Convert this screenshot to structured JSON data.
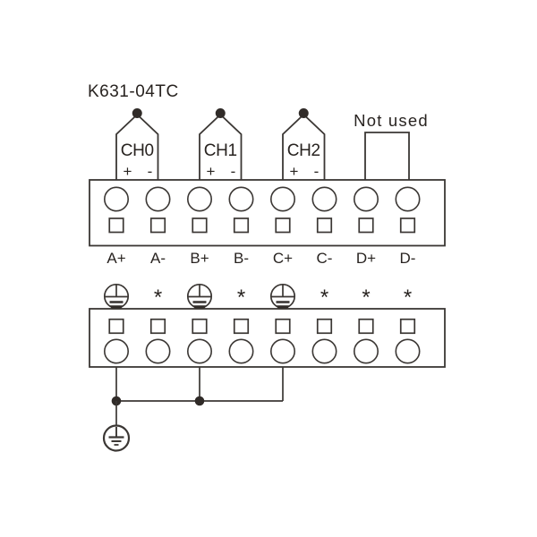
{
  "title": "K631-04TC",
  "module": {
    "channels": [
      {
        "label": "CH0",
        "plus": "+",
        "minus": "-"
      },
      {
        "label": "CH1",
        "plus": "+",
        "minus": "-"
      },
      {
        "label": "CH2",
        "plus": "+",
        "minus": "-"
      }
    ],
    "not_used_label": "Not used",
    "terminal_labels": [
      "A+",
      "A-",
      "B+",
      "B-",
      "C+",
      "C-",
      "D+",
      "D-"
    ],
    "lower_row_markers": [
      "shield-terminal",
      "*",
      "shield-terminal",
      "*",
      "shield-terminal",
      "*",
      "*",
      "*"
    ],
    "asterisk_symbol": "*"
  },
  "icons": {
    "thermocouple_junction": "filled-dot-on-probe-tip",
    "shield_terminal": "circle-with-clamp-lines",
    "protective_earth": "earth-ground-symbol-in-circle"
  },
  "colors": {
    "line": "#3b3734",
    "text": "#282320",
    "background": "#ffffff"
  }
}
